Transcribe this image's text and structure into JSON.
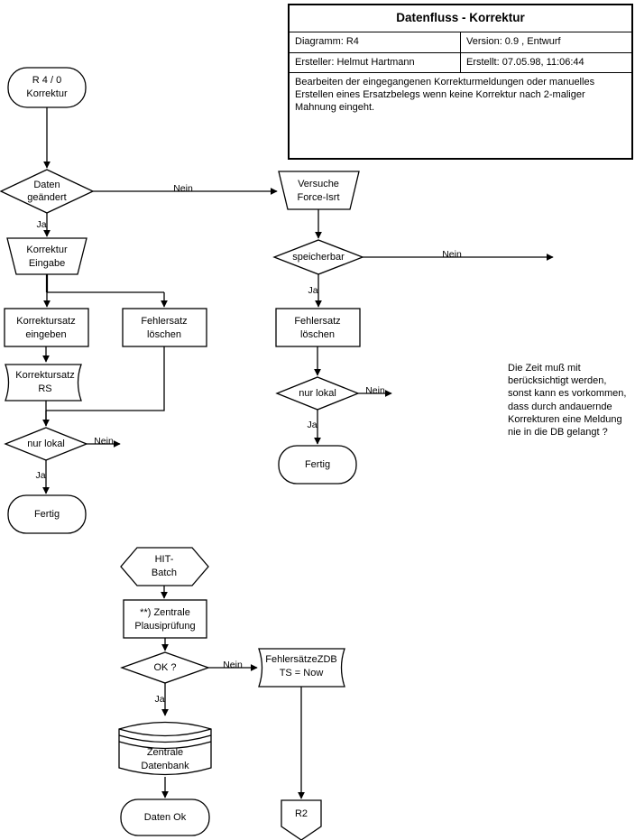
{
  "title_block": {
    "title": "Datenfluss - Korrektur",
    "diagram_label": "Diagramm: R4",
    "version_label": "Version: 0.9 , Entwurf",
    "author_label": "Ersteller: Helmut Hartmann",
    "created_label": "Erstellt:  07.05.98, 11:06:44",
    "description": "Bearbeiten der eingegangenen Korrekturmeldungen oder manuelles Erstellen eines Ersatzbelegs wenn keine Korrektur nach 2-maliger Mahnung eingeht."
  },
  "note": {
    "text": "Die Zeit muß mit berücksichtigt werden, sonst kann es vorkommen, dass durch andauernde Korrekturen eine Meldung nie in die DB gelangt ?"
  },
  "nodes": {
    "start_r4": {
      "line1": "R 4 / 0",
      "line2": "Korrektur",
      "shape": "terminator"
    },
    "daten_geaendert": {
      "line1": "Daten",
      "line2": "geändert",
      "shape": "decision"
    },
    "korrektur_eingabe": {
      "line1": "Korrektur",
      "line2": "Eingabe",
      "shape": "manual-input-trapezoid"
    },
    "korrektursatz_eingeben": {
      "line1": "Korrektursatz",
      "line2": "eingeben",
      "shape": "process"
    },
    "fehlersatz_loeschen_left": {
      "line1": "Fehlersatz",
      "line2": "löschen",
      "shape": "process"
    },
    "korrektursatz_rs": {
      "line1": "Korrektursatz",
      "line2": "RS",
      "shape": "tape"
    },
    "nur_lokal_left": {
      "line1": "nur lokal",
      "shape": "decision"
    },
    "fertig_left": {
      "line1": "Fertig",
      "shape": "terminator"
    },
    "versuche_force": {
      "line1": "Versuche",
      "line2": "Force-Isrt",
      "shape": "manual-input-trapezoid"
    },
    "speicherbar": {
      "line1": "speicherbar",
      "shape": "decision"
    },
    "fehlersatz_loeschen_mid": {
      "line1": "Fehlersatz",
      "line2": "löschen",
      "shape": "process"
    },
    "nur_lokal_mid": {
      "line1": "nur lokal",
      "shape": "decision"
    },
    "fertig_mid": {
      "line1": "Fertig",
      "shape": "terminator"
    },
    "hit_batch": {
      "line1": "HIT-",
      "line2": "Batch",
      "shape": "preparation-hexagon"
    },
    "zentrale_plausipruefung": {
      "line1": "**) Zentrale",
      "line2": "Plausiprüfung",
      "shape": "process"
    },
    "ok_frage": {
      "line1": "OK ?",
      "shape": "decision"
    },
    "fehlersaetze_zdb": {
      "line1": "FehlersätzeZDB",
      "line2": "TS = Now",
      "shape": "tape"
    },
    "zentrale_datenbank": {
      "line1": "Zentrale",
      "line2": "Datenbank",
      "shape": "database-cylinder"
    },
    "daten_ok": {
      "line1": "Daten Ok",
      "shape": "terminator"
    },
    "r2_connector": {
      "line1": "R2",
      "shape": "offpage-pentagon"
    }
  },
  "edge_labels": {
    "nein_daten_geaendert": "Nein",
    "ja_daten_geaendert": "Ja",
    "nein_nur_lokal_left": "Nein",
    "ja_nur_lokal_left": "Ja",
    "nein_speicherbar": "Nein",
    "ja_speicherbar": "Ja",
    "nein_nur_lokal_mid": "Nein",
    "ja_nur_lokal_mid": "Ja",
    "nein_ok": "Nein",
    "ja_ok": "Ja"
  },
  "colors": {
    "stroke": "#000000",
    "background": "#ffffff"
  }
}
